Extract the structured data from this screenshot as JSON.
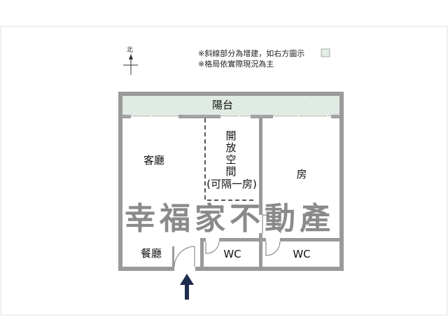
{
  "compass": {
    "north_label": "北"
  },
  "legend": {
    "note1": "※斜線部分為增建，如右方圖示",
    "note2": "※格局依實際現況為主",
    "swatch_color": "#e3eee6"
  },
  "rooms": {
    "balcony": "陽台",
    "living_room": "客廳",
    "open_space": [
      "開",
      "放",
      "空",
      "間"
    ],
    "open_space_note": "(可隔一房)",
    "bedroom": "房",
    "dining_room": "餐廳",
    "wc1": "WC",
    "wc2": "WC"
  },
  "watermark": "幸福家不動產",
  "colors": {
    "wall": "#9a9a9a",
    "arrow": "#1f2d4d"
  }
}
